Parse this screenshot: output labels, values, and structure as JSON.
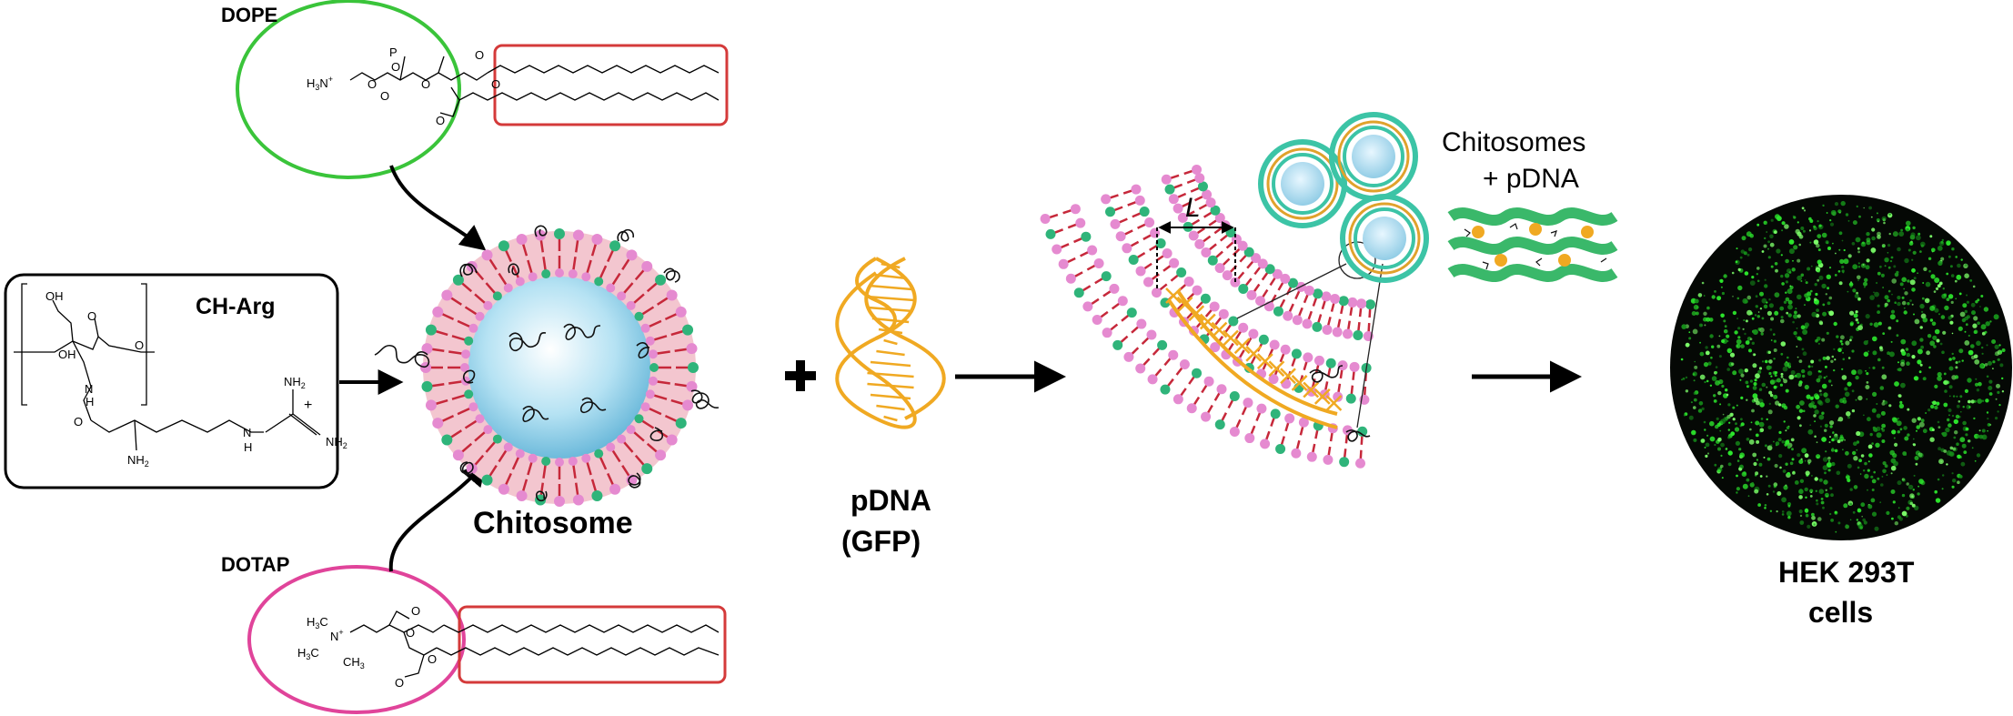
{
  "labels": {
    "dope": "DOPE",
    "dotap": "DOTAP",
    "ch_arg": "CH-Arg",
    "chitosome": "Chitosome",
    "pdna_line1": "pDNA",
    "pdna_line2": "(GFP)",
    "length_symbol": "L",
    "chitosomes_line1": "Chitosomes",
    "chitosomes_line2": "+ pDNA",
    "hek_line1": "HEK 293T",
    "hek_line2": "cells"
  },
  "chemistry": {
    "dope_head_text": "H3N+",
    "dotap_head_text": "(CH3)3N+",
    "ch_arg_groups": [
      "OH",
      "OH",
      "O",
      "O",
      "N",
      "H",
      "O",
      "NH2",
      "NH2",
      "NH2",
      "N",
      "H",
      "+"
    ]
  },
  "colors": {
    "dope_circle": "#3ac43a",
    "dotap_circle": "#e0449a",
    "tail_box": "#d43a3a",
    "head_pink": "#e58ad0",
    "head_green": "#2fb47a",
    "tail_red": "#c6283a",
    "core_blue": "#8ed0ea",
    "dna_orange": "#f0a922",
    "cells_green": "#2ce62c"
  }
}
